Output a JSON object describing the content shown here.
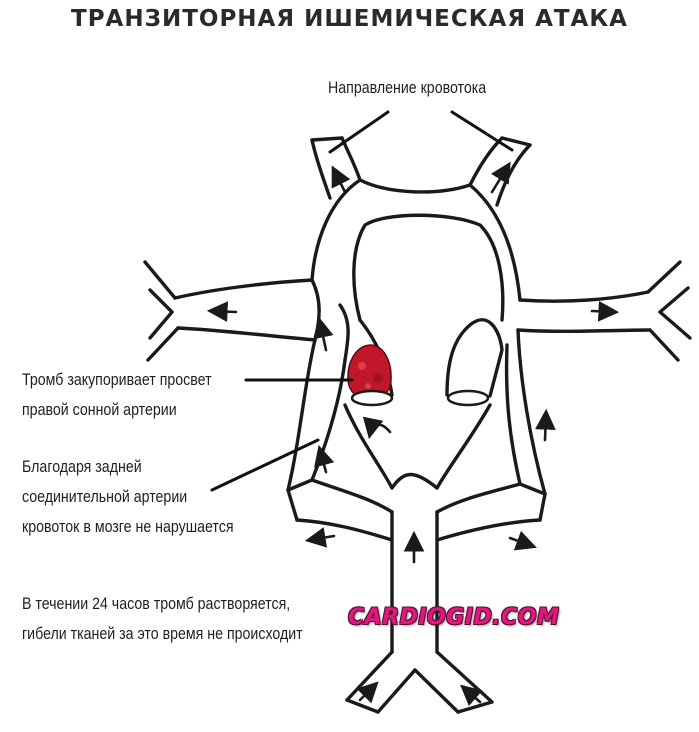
{
  "title": "ТРАНЗИТОРНАЯ ИШЕМИЧЕСКАЯ АТАКА",
  "labels": {
    "flow_direction": "Направление кровотока",
    "clot": [
      "Тромб закупоривает просвет",
      "правой сонной артерии"
    ],
    "posterior_communicating": [
      "Благодаря задней",
      "соединительной артерии",
      "кровоток в мозге не нарушается"
    ],
    "dissolve": [
      "В течении 24 часов тромб растворяется,",
      "гибели тканей за это время не происходит"
    ]
  },
  "brand": "CARDIOGID.COM",
  "colors": {
    "vessel": "#1a1a1a",
    "clot": "#c0182a",
    "brand": "#e2187c"
  }
}
